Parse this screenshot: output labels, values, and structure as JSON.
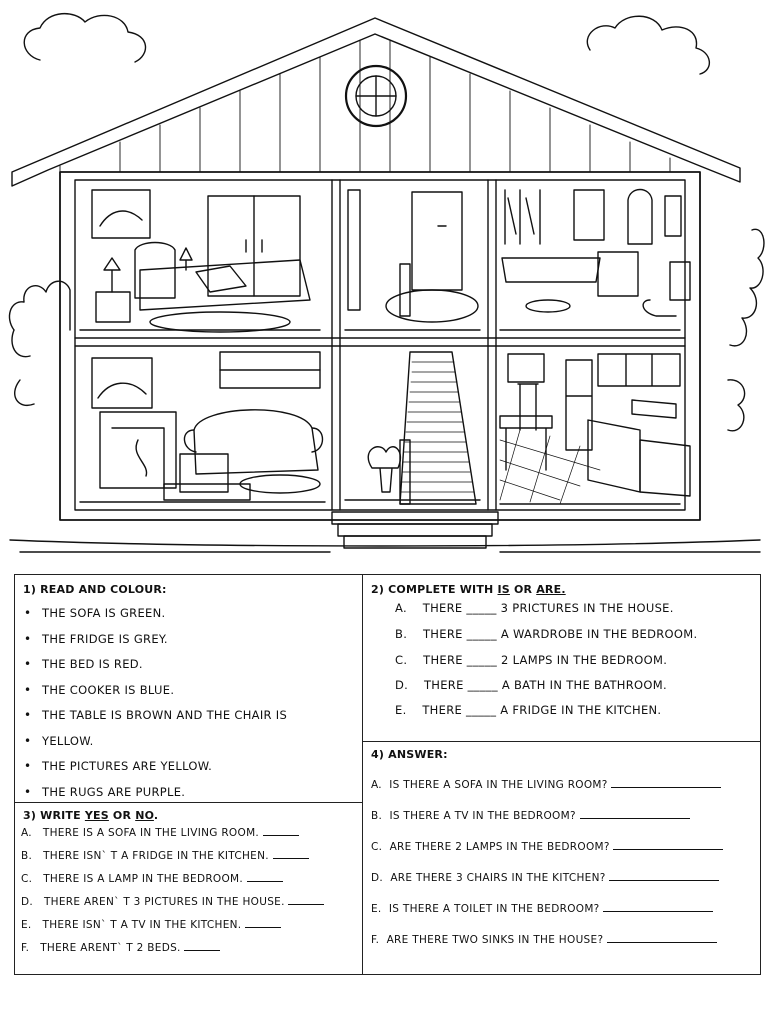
{
  "section1": {
    "number": "1)",
    "title": "READ AND COLOUR:",
    "items": [
      "THE SOFA IS GREEN.",
      "THE FRIDGE IS GREY.",
      "THE BED IS RED.",
      "THE COOKER IS BLUE.",
      "THE TABLE IS BROWN AND THE CHAIR IS",
      "YELLOW.",
      "THE PICTURES ARE YELLOW.",
      "THE RUGS ARE PURPLE."
    ]
  },
  "section2": {
    "number": "2)",
    "title_pre": "COMPLETE WITH",
    "title_is": "IS",
    "title_or": "OR",
    "title_are": "ARE.",
    "items": [
      {
        "letter": "A.",
        "pre": "THERE",
        "blank": "_____",
        "post": "3 PRICTURES IN THE HOUSE."
      },
      {
        "letter": "B.",
        "pre": "THERE",
        "blank": "_____",
        "post": "A WARDROBE IN THE BEDROOM."
      },
      {
        "letter": "C.",
        "pre": "THERE",
        "blank": "_____",
        "post": "2 LAMPS IN THE BEDROOM."
      },
      {
        "letter": "D.",
        "pre": "THERE",
        "blank": "_____",
        "post": "A BATH IN THE BATHROOM."
      },
      {
        "letter": "E.",
        "pre": "THERE",
        "blank": "_____",
        "post": "A FRIDGE IN THE KITCHEN."
      }
    ]
  },
  "section3": {
    "number": "3)",
    "title_pre": "WRITE",
    "title_yes": "YES",
    "title_or": "OR",
    "title_no": "NO",
    "title_end": ".",
    "items": [
      {
        "letter": "A.",
        "text": "THERE IS A SOFA IN THE LIVING ROOM."
      },
      {
        "letter": "B.",
        "text": "THERE ISN` T A FRIDGE IN THE KITCHEN."
      },
      {
        "letter": "C.",
        "text": "THERE IS A LAMP IN THE BEDROOM."
      },
      {
        "letter": "D.",
        "text": "THERE AREN` T 3 PICTURES IN THE HOUSE."
      },
      {
        "letter": "E.",
        "text": "THERE ISN` T A TV IN THE KITCHEN."
      },
      {
        "letter": "F.",
        "text": "THERE ARENT` T 2 BEDS."
      }
    ]
  },
  "section4": {
    "number": "4)",
    "title": "ANSWER:",
    "items": [
      {
        "letter": "A.",
        "text": "IS THERE A SOFA IN THE LIVING ROOM?"
      },
      {
        "letter": "B.",
        "text": "IS THERE A TV IN THE BEDROOM?"
      },
      {
        "letter": "C.",
        "text": "ARE THERE 2 LAMPS IN THE BEDROOM?"
      },
      {
        "letter": "D.",
        "text": "ARE THERE 3 CHAIRS IN THE KITCHEN?"
      },
      {
        "letter": "E.",
        "text": "IS THERE A TOILET IN THE BEDROOM?"
      },
      {
        "letter": "F.",
        "text": "ARE THERE TWO SINKS IN THE HOUSE?"
      }
    ]
  }
}
